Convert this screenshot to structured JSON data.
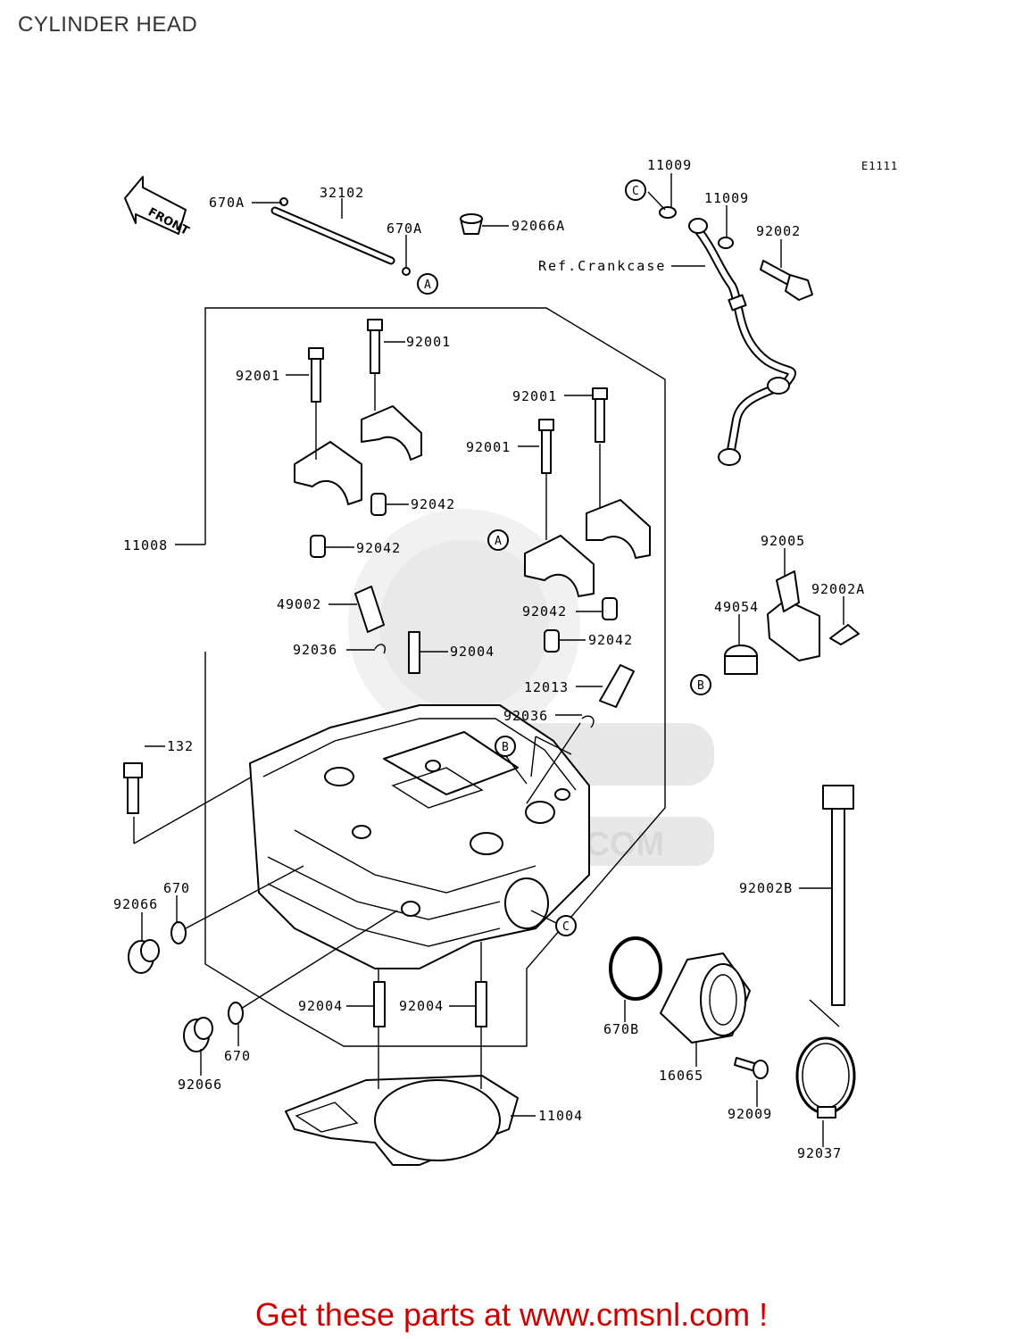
{
  "title": "CYLINDER HEAD",
  "diagram_code": "E1111",
  "front_label": "FRONT",
  "ref_label": "Ref.Crankcase",
  "watermark": ".COM",
  "banner": "Get these parts at www.cmsnl.com !",
  "circle_markers": {
    "a": "A",
    "b": "B",
    "c": "C"
  },
  "part_labels": {
    "p670A_1": "670A",
    "p32102": "32102",
    "p670A_2": "670A",
    "p92066A": "92066A",
    "p11009_1": "11009",
    "p11009_2": "11009",
    "p92002": "92002",
    "p92001_1": "92001",
    "p92001_2": "92001",
    "p92001_3": "92001",
    "p92001_4": "92001",
    "p11008": "11008",
    "p92042_1": "92042",
    "p92042_2": "92042",
    "p92042_3": "92042",
    "p92042_4": "92042",
    "p49002": "49002",
    "p92036_1": "92036",
    "p92004_1": "92004",
    "p12013": "12013",
    "p92036_2": "92036",
    "p92005": "92005",
    "p92002A": "92002A",
    "p49054": "49054",
    "p132": "132",
    "p92002B": "92002B",
    "p92066_1": "92066",
    "p670_1": "670",
    "p92004_2": "92004",
    "p92004_3": "92004",
    "p670B": "670B",
    "p670_2": "670",
    "p92066_2": "92066",
    "p16065": "16065",
    "p92009": "92009",
    "p11004": "11004",
    "p92037": "92037"
  }
}
